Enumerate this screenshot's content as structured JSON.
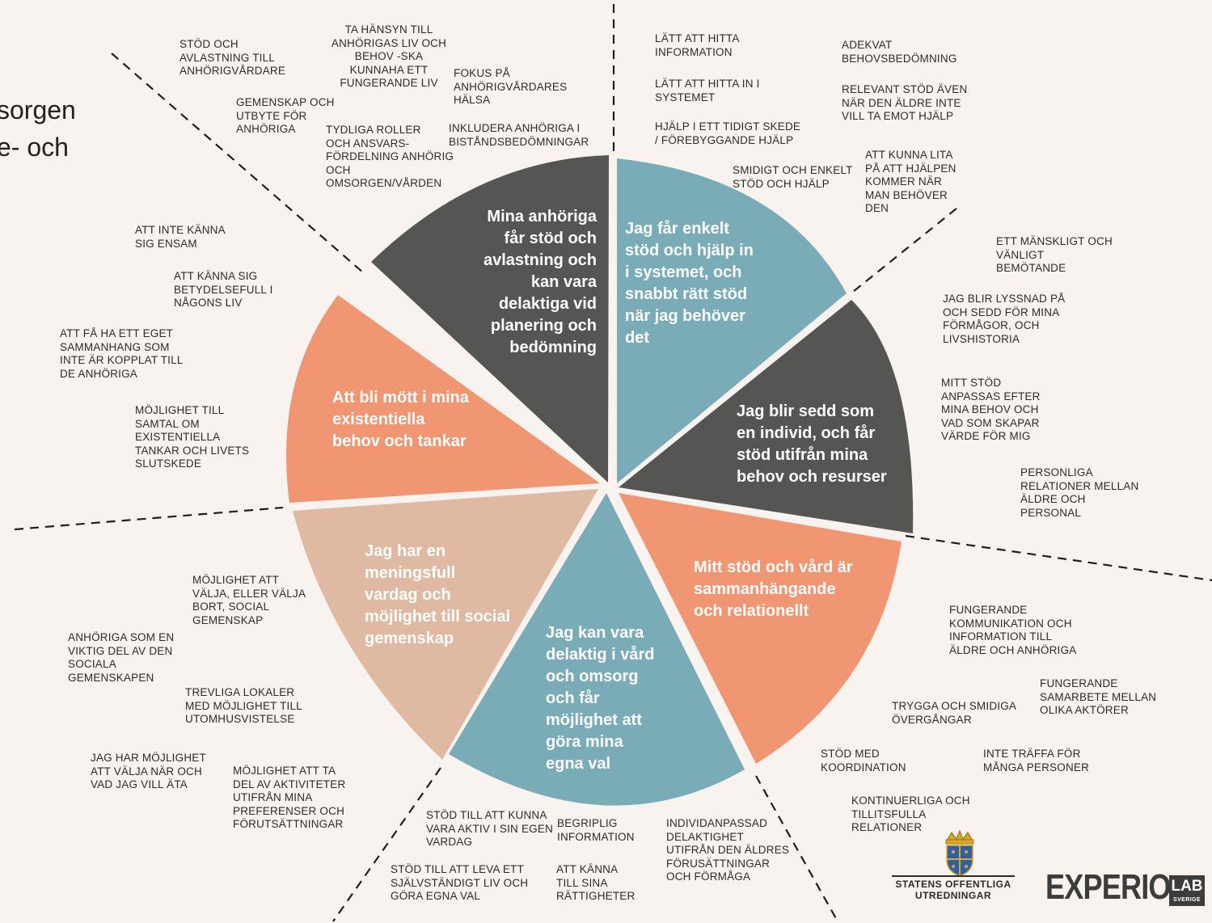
{
  "title": "sorgen\ne- och",
  "colors": {
    "dark": "#555553",
    "blue": "#7aacb8",
    "orange": "#f19673",
    "beige": "#dfb9a2",
    "background": "#f8f3ef"
  },
  "segments": [
    {
      "key": "anhoriga",
      "text": "Mina anhöriga\nfår stöd och\navlastning och\nkan vara\ndelaktiga vid\nplanering och\nbedömning"
    },
    {
      "key": "system",
      "text": "Jag får enkelt\nstöd och hjälp in\ni systemet, och\nsnabbt rätt stöd\nnär jag behöver\ndet"
    },
    {
      "key": "individ",
      "text": "Jag blir sedd som\nen individ, och får\nstöd utifrån mina\nbehov och  resurser"
    },
    {
      "key": "sammanhangande",
      "text": "Mitt stöd och vård är\nsammanhängande\noch relationellt"
    },
    {
      "key": "delaktig",
      "text": "Jag kan vara\ndelaktig i vård\noch omsorg\noch får\nmöjlighet att\ngöra mina\negna val"
    },
    {
      "key": "meningsfull",
      "text": " Jag har en\nmeningsfull\nvardag och\nmöjlighet till social\ngemenskap"
    },
    {
      "key": "existentiella",
      "text": "Att bli mött i mina\nexistentiella\nbehov och tankar"
    }
  ],
  "notes": [
    "STÖD OCH\nAVLASTNING TILL\nANHÖRIGVÅRDARE",
    "TA HÄNSYN TILL\nANHÖRIGAS LIV OCH\nBEHOV -SKA\nKUNNAHA ETT\nFUNGERANDE LIV",
    "FOKUS PÅ\nANHÖRIGVÅRDARES\nHÄLSA",
    "GEMENSKAP OCH\nUTBYTE FÖR\nANHÖRIGA",
    "TYDLIGA ROLLER\nOCH ANSVARS-\nFÖRDELNING ANHÖRIG\nOCH\nOMSORGEN/VÅRDEN",
    "INKLUDERA ANHÖRIGA I\nBISTÅNDSBEDÖMNINGAR",
    "LÄTT ATT HITTA\nINFORMATION",
    "ADEKVAT\nBEHOVSBEDÖMNING",
    "LÄTT ATT HITTA IN I\nSYSTEMET",
    "RELEVANT STÖD ÄVEN\nNÄR DEN ÄLDRE INTE\nVILL TA EMOT HJÄLP",
    "HJÄLP I ETT TIDIGT SKEDE\n/ FÖREBYGGANDE HJÄLP",
    "ATT KUNNA LITA\nPÅ ATT HJÄLPEN\nKOMMER NÄR\nMAN BEHÖVER\nDEN",
    "SMIDIGT OCH ENKELT\nSTÖD OCH HJÄLP",
    "ETT MÄNSKLIGT OCH\nVÄNLIGT\nBEMÖTANDE",
    "JAG BLIR LYSSNAD PÅ\nOCH SEDD FÖR MINA\nFÖRMÅGOR, OCH\nLIVSHISTORIA",
    "MITT STÖD\nANPASSAS EFTER\nMINA BEHOV OCH\nVAD SOM SKAPAR\nVÄRDE FÖR MIG",
    "PERSONLIGA\nRELATIONER MELLAN\nÄLDRE OCH\nPERSONAL",
    "FUNGERANDE\nKOMMUNIKATION OCH\nINFORMATION TILL\nÄLDRE OCH ANHÖRIGA",
    "FUNGERANDE\nSAMARBETE MELLAN\nOLIKA AKTÖRER",
    "TRYGGA OCH SMIDIGA\nÖVERGÅNGAR",
    "STÖD MED\nKOORDINATION",
    "INTE TRÄFFA FÖR\nMÅNGA PERSONER",
    "KONTINUERLIGA OCH\nTILLITSFULLA\nRELATIONER",
    "INDIVIDANPASSAD\nDELAKTIGHET\nUTIFRÅN DEN ÄLDRES\nFÖRUSÄTTNINGAR\nOCH FÖRMÅGA",
    "BEGRIPLIG\nINFORMATION",
    "STÖD TILL ATT KUNNA\nVARA AKTIV I SIN EGEN\nVARDAG",
    "ATT KÄNNA\nTILL SINA\nRÄTTIGHETER",
    "STÖD TILL ATT LEVA ETT\nSJÄLVSTÄNDIGT LIV OCH\nGÖRA EGNA VAL",
    "JAG HAR MÖJLIGHET\nATT VÄLJA NÄR OCH\nVAD JAG VILL ÄTA",
    "MÖJLIGHET ATT TA\nDEL AV AKTIVITETER\nUTIFRÅN MINA\nPREFERENSER OCH\nFÖRUTSÄTTNINGAR",
    "TREVLIGA LOKALER\nMED MÖJLIGHET TILL\nUTOMHUSVISTELSE",
    "ANHÖRIGA SOM EN\nVIKTIG DEL AV DEN\nSOCIALA\nGEMENSKAPEN",
    "MÖJLIGHET ATT\nVÄLJA, ELLER VÄLJA\nBORT, SOCIAL\nGEMENSKAP",
    "MÖJLIGHET TILL\nSAMTAL OM\nEXISTENTIELLA\nTANKAR OCH LIVETS\nSLUTSKEDE",
    "ATT FÅ HA ETT EGET\nSAMMANHANG SOM\nINTE ÄR KOPPLAT TILL\nDE ANHÖRIGA",
    "ATT KÄNNA SIG\nBETYDELSEFULL I\nNÅGONS LIV",
    "ATT INTE KÄNNA\nSIG ENSAM"
  ],
  "logos": {
    "sou": "STATENS OFFENTLIGA\nUTREDNINGAR",
    "experio": "EXPERIO",
    "lab": "LAB",
    "sverige": "SVERIGE"
  }
}
